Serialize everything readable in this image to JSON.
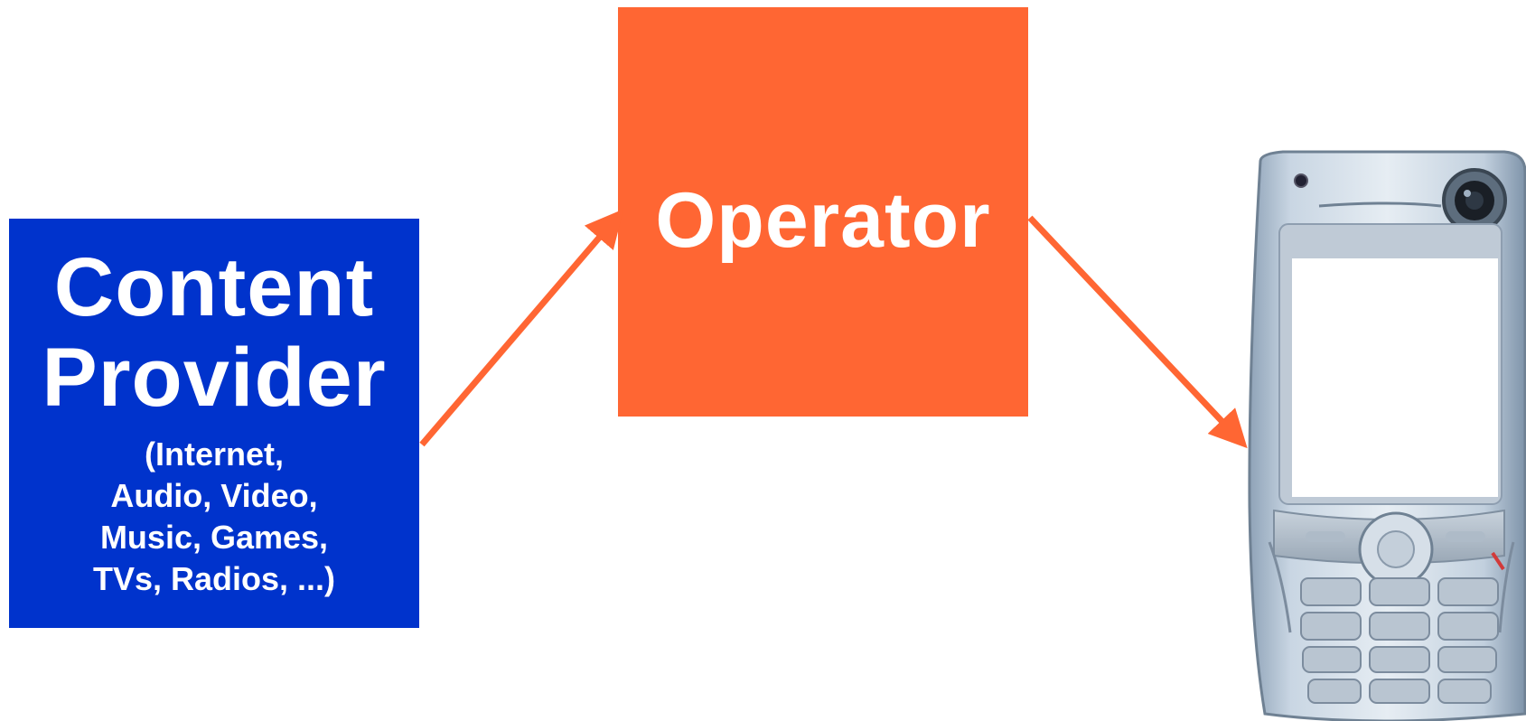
{
  "content_provider": {
    "title_line1": "Content",
    "title_line2": "Provider",
    "subtitle_lines": [
      "(Internet,",
      "Audio, Video,",
      "Music, Games,",
      "TVs, Radios, ...)"
    ],
    "color": "#0033cc"
  },
  "operator": {
    "label": "Operator",
    "color": "#ff6633"
  },
  "arrows": {
    "color": "#ff6633"
  },
  "device": {
    "icon": "mobile-phone-icon"
  }
}
